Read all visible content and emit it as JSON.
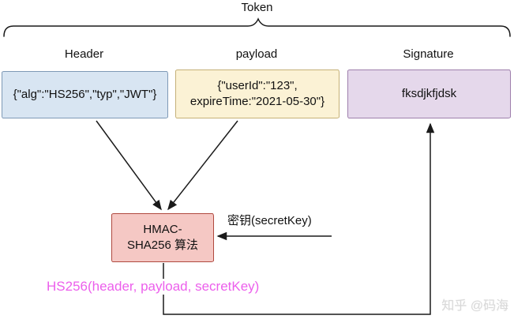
{
  "diagram": {
    "token_label": "Token",
    "section_labels": {
      "header": "Header",
      "payload": "payload",
      "signature": "Signature"
    },
    "boxes": {
      "header": {
        "text": "{\"alg\":\"HS256\",\"typ\",\"JWT\"}",
        "fill": "#d8e5f2",
        "border": "#7e99b6"
      },
      "payload": {
        "line1": "{\"userId\":\"123\",",
        "line2": "expireTime:\"2021-05-30\"}",
        "fill": "#fbf2d5",
        "border": "#c5b077"
      },
      "signature": {
        "text": "fksdjkfjdsk",
        "fill": "#e5d8eb",
        "border": "#9e7fac"
      },
      "hmac": {
        "line1": "HMAC-",
        "line2": "SHA256 算法",
        "fill": "#f5c8c4",
        "border": "#b0493f"
      }
    },
    "secret_key_label": "密钥(secretKey)",
    "formula": "HS256(header, payload, secretKey)",
    "formula_color": "#ec5fec",
    "watermark": "知乎 @码海",
    "line_color": "#1a1a1a"
  }
}
